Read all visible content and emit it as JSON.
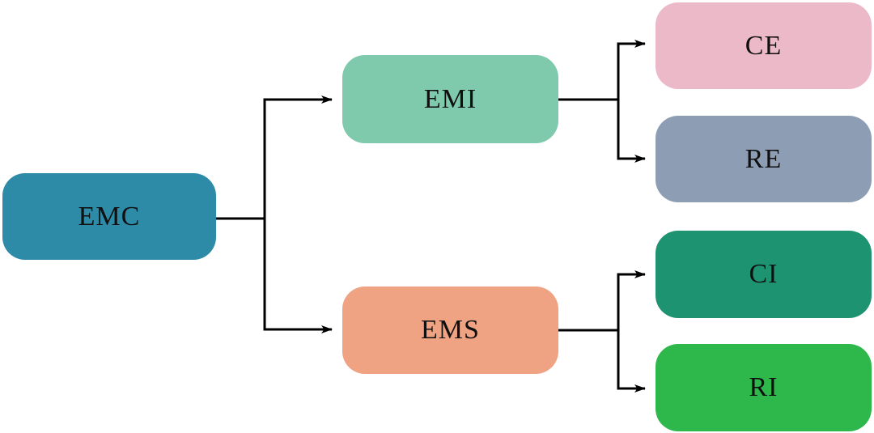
{
  "diagram": {
    "edge_color": "#000000",
    "nodes": [
      {
        "id": "emc",
        "label": "EMC",
        "color": "#2D8BA8"
      },
      {
        "id": "emi",
        "label": "EMI",
        "color": "#7FC9AC"
      },
      {
        "id": "ems",
        "label": "EMS",
        "color": "#F0A383"
      },
      {
        "id": "ce",
        "label": "CE",
        "color": "#ECB9C9"
      },
      {
        "id": "re",
        "label": "RE",
        "color": "#8D9EB4"
      },
      {
        "id": "ci",
        "label": "CI",
        "color": "#1E9371"
      },
      {
        "id": "ri",
        "label": "RI",
        "color": "#2EB84C"
      }
    ],
    "edges": [
      {
        "from": "EMC",
        "to": "EMI"
      },
      {
        "from": "EMC",
        "to": "EMS"
      },
      {
        "from": "EMI",
        "to": "CE"
      },
      {
        "from": "EMI",
        "to": "RE"
      },
      {
        "from": "EMS",
        "to": "CI"
      },
      {
        "from": "EMS",
        "to": "RI"
      }
    ]
  }
}
